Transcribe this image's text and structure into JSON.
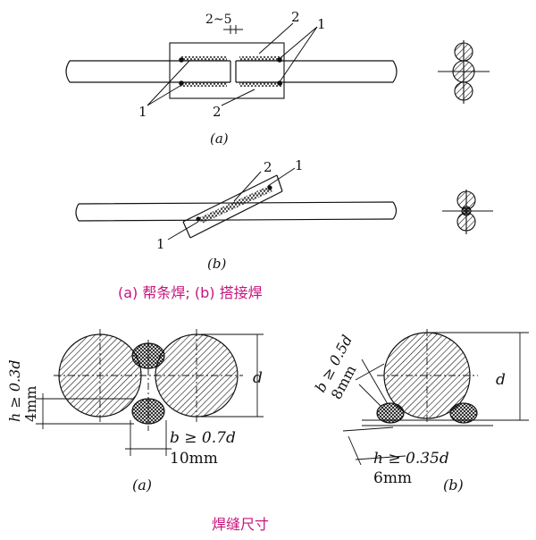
{
  "figure_top": {
    "gap_label": "2~5",
    "label_1": "1",
    "label_2": "2",
    "sub_a": "(a)",
    "sub_b": "(b)"
  },
  "caption_top": "(a) 帮条焊; (b) 搭接焊",
  "figure_bottom": {
    "a": {
      "h_label": "h ≥ 0.3d",
      "h_value": "4mm",
      "b_label": "b ≥ 0.7d",
      "b_value": "10mm",
      "d_label": "d",
      "sub": "(a)"
    },
    "b": {
      "b_label": "b ≥ 0.5d",
      "b_value": "8mm",
      "h_label": "h ≥ 0.35d",
      "h_value": "6mm",
      "d_label": "d",
      "sub": "(b)"
    }
  },
  "caption_bottom": "焊缝尺寸",
  "colors": {
    "caption": "#c8147d",
    "line": "#111111"
  }
}
